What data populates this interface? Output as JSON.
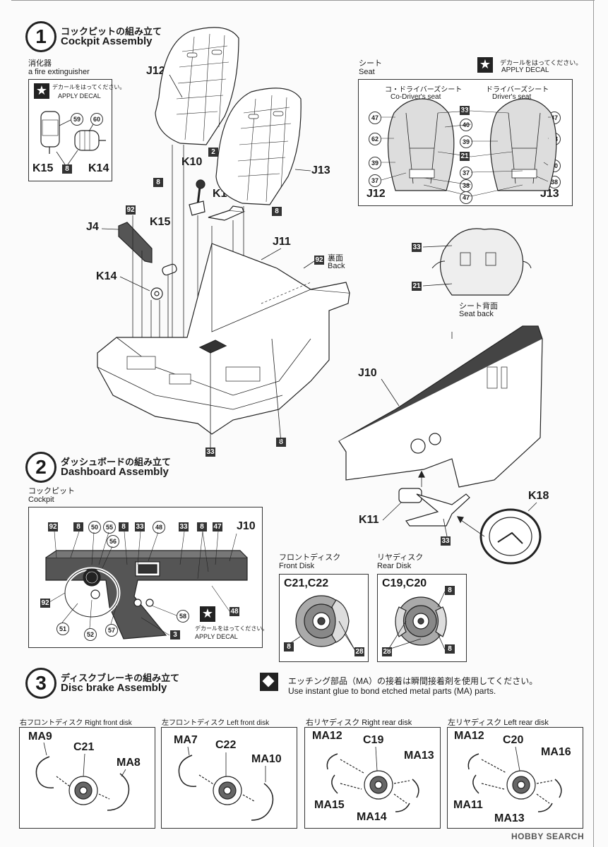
{
  "step1": {
    "num": "1",
    "title_jp": "コックピットの組み立て",
    "title_en": "Cockpit Assembly",
    "extinguisher_jp": "消化器",
    "extinguisher_en": "a fire extinguisher",
    "decal_jp": "デカールをはってください。",
    "decal_en": "APPLY DECAL",
    "ext_parts": {
      "k15": "K15",
      "k14": "K14",
      "n59": "59",
      "n60": "60",
      "n8": "8"
    },
    "seat_jp": "シート",
    "seat_en": "Seat",
    "codriver_jp": "コ・ドライバーズシート",
    "codriver_en": "Co-Driver's seat",
    "driver_jp": "ドライバーズシート",
    "driver_en": "Driver's seat",
    "seat_nums": {
      "n33": "33",
      "n40": "40",
      "n47": "47",
      "n62": "62",
      "n63": "63",
      "n39": "39",
      "n21": "21",
      "n37": "37",
      "n38": "38"
    },
    "seat_parts": {
      "j12": "J12",
      "j13": "J13"
    },
    "main_parts": {
      "j12": "J12",
      "j13": "J13",
      "k10": "K10",
      "k1": "K1",
      "k15": "K15",
      "k14": "K14",
      "j4": "J4",
      "j11": "J11",
      "n2": "2",
      "n8": "8",
      "n92": "92",
      "n33": "33"
    },
    "back_jp": "裏面",
    "back_en": "Back",
    "seatback_jp": "シート背面",
    "seatback_en": "Seat back",
    "seatback_nums": {
      "n33": "33",
      "n21": "21"
    }
  },
  "step2": {
    "num": "2",
    "title_jp": "ダッシュボードの組み立て",
    "title_en": "Dashboard Assembly",
    "cockpit_jp": "コックピット",
    "cockpit_en": "Cockpit",
    "parts": {
      "j10": "J10",
      "k11": "K11",
      "k18": "K18",
      "n33": "33"
    },
    "dash_nums": {
      "n92": "92",
      "n8": "8",
      "n50": "50",
      "n55": "55",
      "n33": "33",
      "n48": "48",
      "n47": "47",
      "n56": "56",
      "n51": "51",
      "n52": "52",
      "n57": "57",
      "n58": "58",
      "n3": "3"
    },
    "dash_j10": "J10",
    "decal_jp": "デカールをはってください。",
    "decal_en": "APPLY DECAL",
    "front_disk_jp": "フロントディスク",
    "front_disk_en": "Front Disk",
    "front_disk_parts": "C21,C22",
    "rear_disk_jp": "リヤディスク",
    "rear_disk_en": "Rear Disk",
    "rear_disk_parts": "C19,C20",
    "disk_nums": {
      "n8": "8",
      "n28": "28"
    }
  },
  "step3": {
    "num": "3",
    "title_jp": "ディスクブレーキの組み立て",
    "title_en": "Disc brake Assembly",
    "note_jp": "エッチング部品（MA）の接着は瞬間接着剤を使用してください。",
    "note_en": "Use instant glue to bond etched metal parts (MA) parts.",
    "panels": [
      {
        "caption": "右フロントディスク  Right front disk",
        "a": "MA9",
        "b": "C21",
        "c": "MA8"
      },
      {
        "caption": "左フロントディスク  Left front disk",
        "a": "MA7",
        "b": "C22",
        "c": "MA10"
      },
      {
        "caption": "右リヤディスク  Right rear disk",
        "a": "MA12",
        "b": "C19",
        "c": "MA13",
        "d": "MA15",
        "e": "MA14"
      },
      {
        "caption": "左リヤディスク  Left rear disk",
        "a": "MA12",
        "b": "C20",
        "c": "MA16",
        "d": "MA11",
        "e": "MA13"
      }
    ]
  },
  "watermark": "HOBBY SEARCH"
}
